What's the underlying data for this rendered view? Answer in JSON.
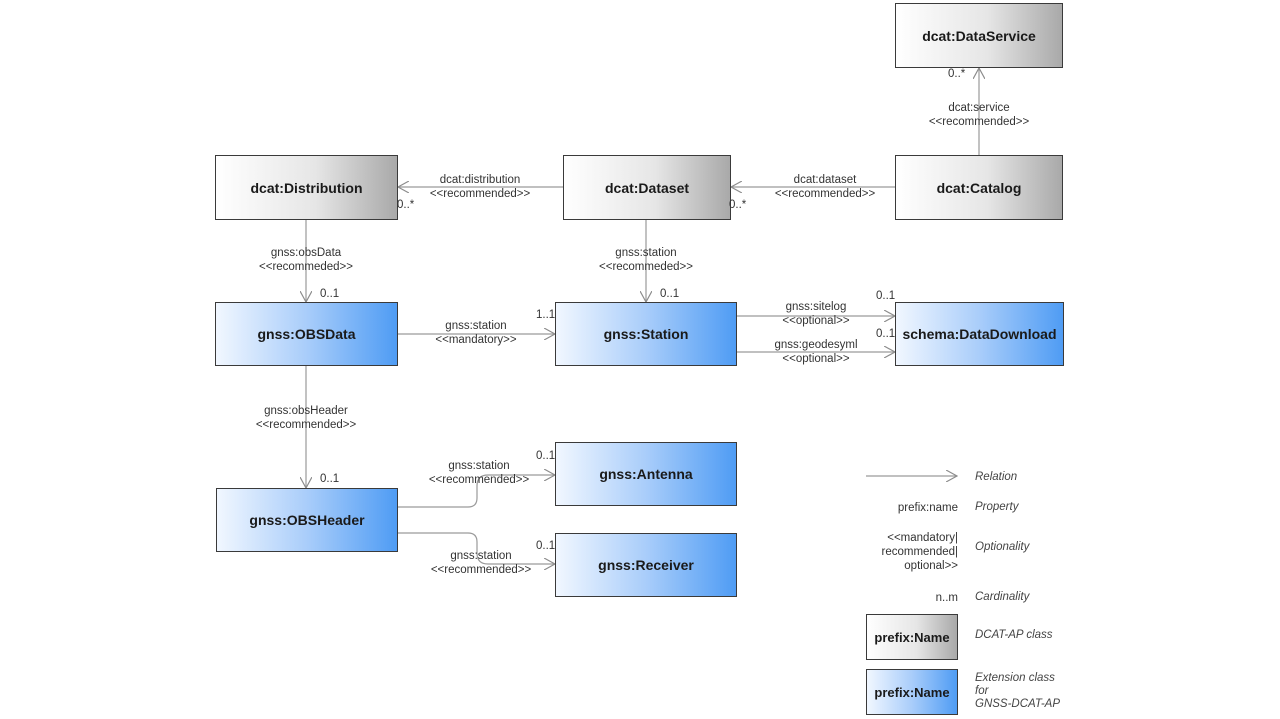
{
  "classes": {
    "data_service": "dcat:DataService",
    "distribution": "dcat:Distribution",
    "dataset": "dcat:Dataset",
    "catalog": "dcat:Catalog",
    "obs_data": "gnss:OBSData",
    "station": "gnss:Station",
    "data_download": "schema:DataDownload",
    "obs_header": "gnss:OBSHeader",
    "antenna": "gnss:Antenna",
    "receiver": "gnss:Receiver"
  },
  "relations": {
    "service": {
      "property": "dcat:service",
      "optionality": "<<recommended>>",
      "cardinality": "0..*"
    },
    "distribution": {
      "property": "dcat:distribution",
      "optionality": "<<recommended>>",
      "cardinality": "0..*"
    },
    "dataset": {
      "property": "dcat:dataset",
      "optionality": "<<recommended>>",
      "cardinality": "0..*"
    },
    "obs_data": {
      "property": "gnss:obsData",
      "optionality": "<<recommeded>>",
      "cardinality": "0..1"
    },
    "dataset_station": {
      "property": "gnss:station",
      "optionality": "<<recommeded>>",
      "cardinality": "0..1"
    },
    "obs_station": {
      "property": "gnss:station",
      "optionality": "<<mandatory>>",
      "cardinality": "1..1"
    },
    "sitelog": {
      "property": "gnss:sitelog",
      "optionality": "<<optional>>",
      "cardinality": "0..1"
    },
    "geodesyml": {
      "property": "gnss:geodesyml",
      "optionality": "<<optional>>",
      "cardinality": "0..1"
    },
    "obs_header": {
      "property": "gnss:obsHeader",
      "optionality": "<<recommended>>",
      "cardinality": "0..1"
    },
    "antenna": {
      "property": "gnss:station",
      "optionality": "<<recommended>>",
      "cardinality": "0..1"
    },
    "receiver": {
      "property": "gnss:station",
      "optionality": "<<recommended>>",
      "cardinality": "0..1"
    }
  },
  "legend": {
    "relation": "Relation",
    "property_key": "prefix:name",
    "property_desc": "Property",
    "optionality_key": [
      "<<mandatory|",
      "recommended|",
      "optional>>"
    ],
    "optionality_desc": "Optionality",
    "cardinality_key": "n..m",
    "cardinality_desc": "Cardinality",
    "dcat_class_key": "prefix:Name",
    "dcat_class_desc": "DCAT-AP class",
    "ext_class_key": "prefix:Name",
    "ext_class_desc": [
      "Extension class",
      "for",
      "GNSS-DCAT-AP"
    ]
  },
  "colors": {
    "dcat_gradient_end": "#a9a9a9",
    "extension_gradient_end": "#4f9cf4",
    "line": "#9a9a9a",
    "border": "#3a3a3a"
  }
}
